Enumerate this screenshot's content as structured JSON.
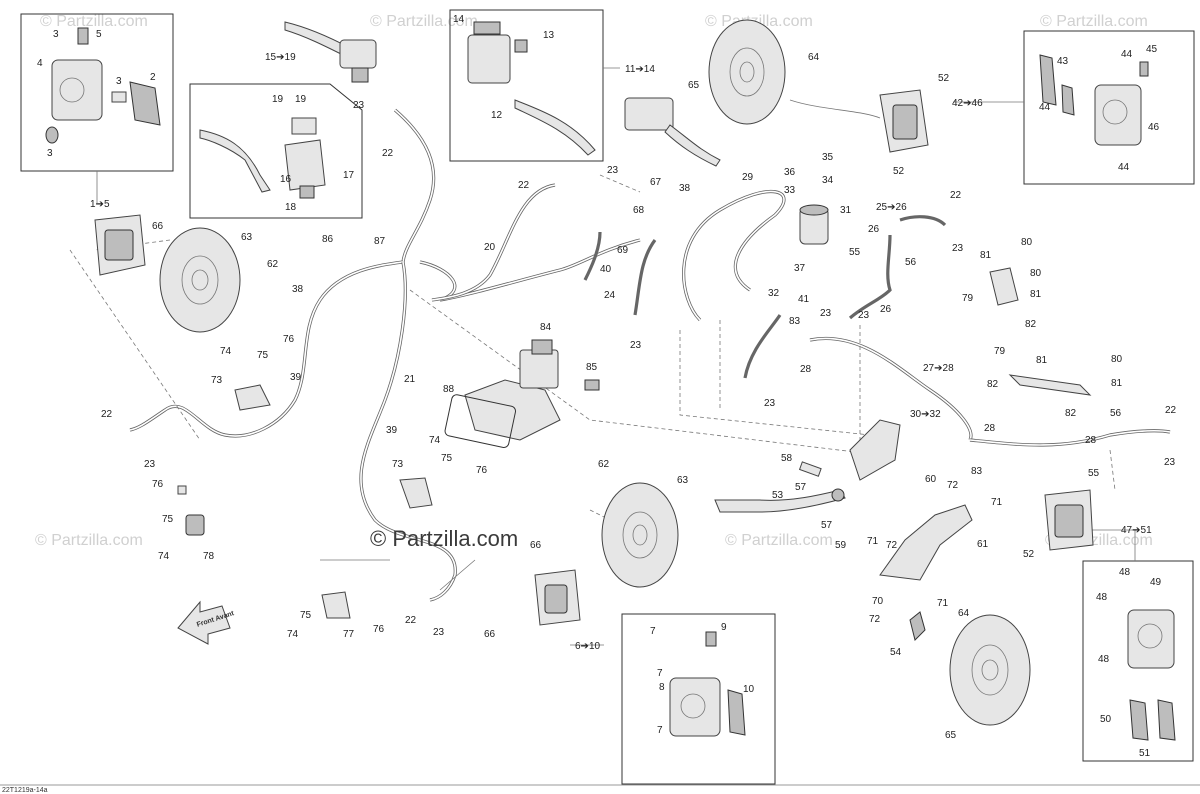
{
  "watermark": {
    "text": "© Partzilla.com",
    "center_text": "© Partzilla.com"
  },
  "figure_code": "22T1219a-14a",
  "front_arrow": "Front Avant",
  "labels": {
    "l3a": "3",
    "l5a": "5",
    "l4": "4",
    "l3b": "3",
    "l2": "2",
    "l3c": "3",
    "l1to5": "1➔5",
    "l15to19": "15➔19",
    "l19a": "19",
    "l19b": "19",
    "l16": "16",
    "l17": "17",
    "l18": "18",
    "l14a": "14",
    "l13": "13",
    "l12": "12",
    "l11to14": "11➔14",
    "l23a": "23",
    "l22a": "22",
    "l65a": "65",
    "l64a": "64",
    "l52a": "52",
    "l42to46": "42➔46",
    "l52b": "52",
    "l43": "43",
    "l44a": "44",
    "l45": "45",
    "l44b": "44",
    "l46": "46",
    "l44c": "44",
    "l23b": "23",
    "l22b": "22",
    "l67": "67",
    "l38a": "38",
    "l68": "68",
    "l69": "69",
    "l29": "29",
    "l36": "36",
    "l35": "35",
    "l33": "33",
    "l34": "34",
    "l31": "31",
    "l37": "37",
    "l32": "32",
    "l25to26": "25➔26",
    "l22c": "22",
    "l26a": "26",
    "l55a": "55",
    "l56a": "56",
    "l23c": "23",
    "l66a": "66",
    "l63a": "63",
    "l62a": "62",
    "l38b": "38",
    "l86": "86",
    "l87": "87",
    "l20": "20",
    "l40": "40",
    "l24": "24",
    "l23d": "23",
    "l41": "41",
    "l83a": "83",
    "l23e": "23",
    "l23f": "23",
    "l26b": "26",
    "l28a": "28",
    "l23g": "23",
    "l81a": "81",
    "l80a": "80",
    "l80b": "80",
    "l79a": "79",
    "l81b": "81",
    "l82a": "82",
    "l74a": "74",
    "l75a": "75",
    "l76a": "76",
    "l73a": "73",
    "l39a": "39",
    "l84": "84",
    "l85": "85",
    "l88": "88",
    "l21": "21",
    "l79b": "79",
    "l81c": "81",
    "l80c": "80",
    "l82b": "82",
    "l81d": "81",
    "l82c": "82",
    "l27to28": "27➔28",
    "l30to32": "30➔32",
    "l28b": "28",
    "l83b": "83",
    "l56b": "56",
    "l22d": "22",
    "l28c": "28",
    "l55b": "55",
    "l23h": "23",
    "l22e": "22",
    "l23i": "23",
    "l39b": "39",
    "l74b": "74",
    "l75b": "75",
    "l73b": "73",
    "l76b": "76",
    "l62b": "62",
    "l63b": "63",
    "l58": "58",
    "l57a": "57",
    "l53": "53",
    "l57b": "57",
    "l59": "59",
    "l60": "60",
    "l72a": "72",
    "l71a": "71",
    "l71b": "71",
    "l72b": "72",
    "l61": "61",
    "l70": "70",
    "l72c": "72",
    "l71c": "71",
    "l54": "54",
    "l64b": "64",
    "l65b": "65",
    "l47to51": "47➔51",
    "l52c": "52",
    "l48a": "48",
    "l49": "49",
    "l48b": "48",
    "l48c": "48",
    "l50": "50",
    "l51": "51",
    "l76c": "76",
    "l75c": "75",
    "l74c": "74",
    "l78": "78",
    "l66b": "66",
    "l22f": "22",
    "l23j": "23",
    "l66c": "66",
    "l75d": "75",
    "l74d": "74",
    "l77": "77",
    "l76d": "76",
    "l6to10": "6➔10",
    "l7a": "7",
    "l9": "9",
    "l8": "8",
    "l7b": "7",
    "l10": "10",
    "l7c": "7"
  }
}
